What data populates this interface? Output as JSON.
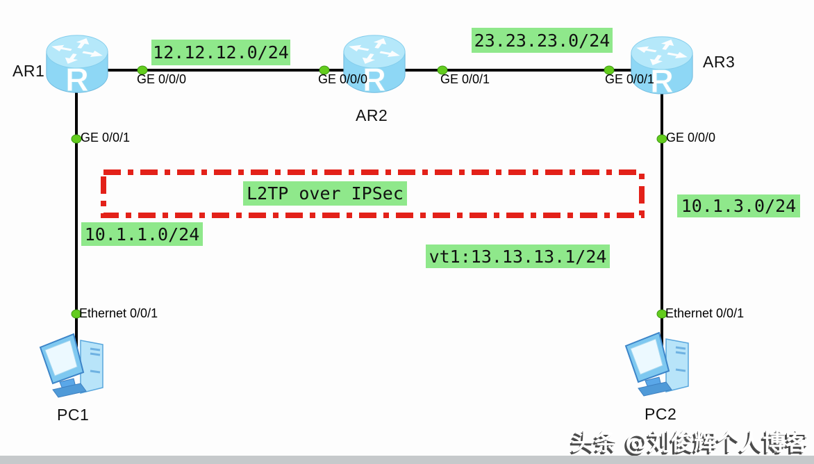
{
  "diagram": {
    "type": "network-topology",
    "nodes": {
      "ar1": {
        "label": "AR1",
        "kind": "router"
      },
      "ar2": {
        "label": "AR2",
        "kind": "router"
      },
      "ar3": {
        "label": "AR3",
        "kind": "router"
      },
      "pc1": {
        "label": "PC1",
        "kind": "pc"
      },
      "pc2": {
        "label": "PC2",
        "kind": "pc"
      }
    },
    "router_glyph": "R",
    "interfaces": {
      "ar1_to_ar2": "GE 0/0/0",
      "ar2_from_ar1": "GE 0/0/0",
      "ar2_to_ar3": "GE 0/0/1",
      "ar3_from_ar2": "GE 0/0/1",
      "ar1_to_pc1": "GE 0/0/1",
      "ar3_to_pc2": "GE 0/0/0",
      "pc1_uplink": "Ethernet 0/0/1",
      "pc2_uplink": "Ethernet 0/0/1"
    },
    "networks": {
      "net_ar1_ar2": "12.12.12.0/24",
      "net_ar2_ar3": "23.23.23.0/24",
      "net_pc1": "10.1.1.0/24",
      "net_pc2": "10.1.3.0/24",
      "vt1": "vt1:13.13.13.1/24"
    },
    "annotations": {
      "tunnel_label": "L2TP over IPSec"
    },
    "links": [
      {
        "from": "AR1",
        "from_if": "GE 0/0/0",
        "to": "AR2",
        "to_if": "GE 0/0/0",
        "network": "12.12.12.0/24"
      },
      {
        "from": "AR2",
        "from_if": "GE 0/0/1",
        "to": "AR3",
        "to_if": "GE 0/0/1",
        "network": "23.23.23.0/24"
      },
      {
        "from": "AR1",
        "from_if": "GE 0/0/1",
        "to": "PC1",
        "to_if": "Ethernet 0/0/1",
        "network": "10.1.1.0/24"
      },
      {
        "from": "AR3",
        "from_if": "GE 0/0/0",
        "to": "PC2",
        "to_if": "Ethernet 0/0/1",
        "network": "10.1.3.0/24"
      }
    ],
    "icons": {
      "router": "router-cylinder-icon",
      "pc": "desktop-computer-icon",
      "port": "interface-dot-icon"
    },
    "colors": {
      "net_label_bg": "#8fe88b",
      "tunnel_red": "#e32119",
      "link_line": "#000000",
      "port_dot": "#63cc1e",
      "router_body": "#8ed7f5",
      "router_top": "#b5e8fa",
      "canvas_bg": "#fdfdfd",
      "bottom_strip": "#c6c9cb"
    },
    "watermark": "头条 @刘俊辉个人博客"
  }
}
